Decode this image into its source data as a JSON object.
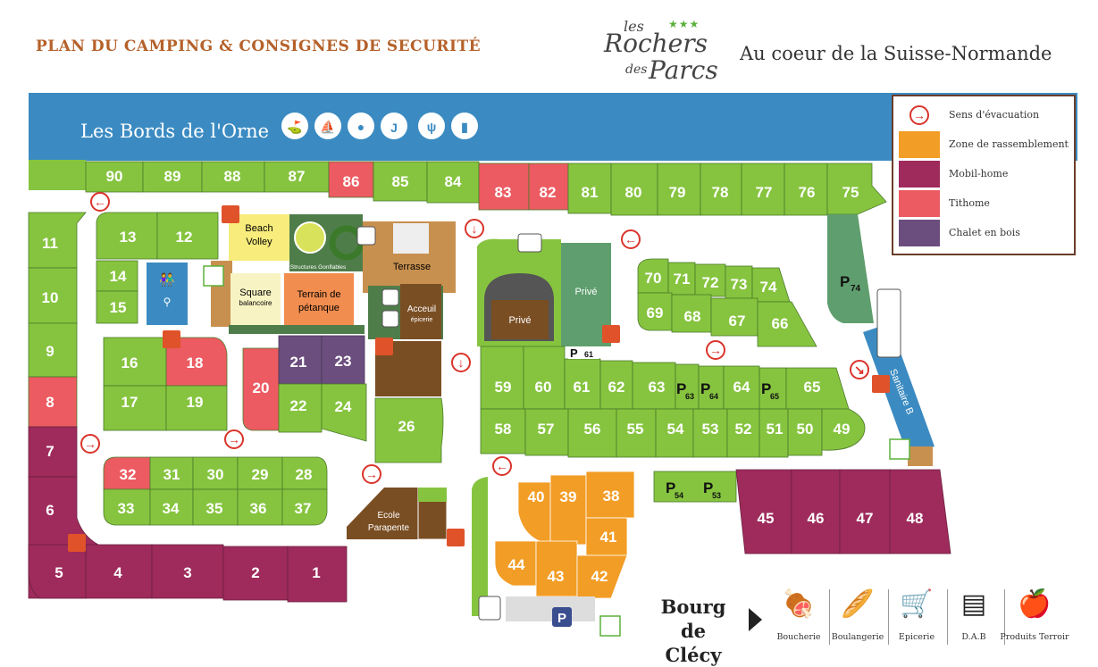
{
  "header": {
    "title": "PLAN DU CAMPING & CONSIGNES DE SECURITÉ",
    "logo": {
      "line1": "les",
      "line2": "Rochers",
      "line3": "des",
      "line4": "Parcs",
      "stars": "★★★"
    },
    "subtitle": "Au coeur de la Suisse-Normande"
  },
  "river": {
    "label": "Les Bords de l'Orne"
  },
  "legend": [
    {
      "label": "Sens d'évacuation",
      "kind": "arrow"
    },
    {
      "label": "Zone de rassemblement",
      "color": "#f29d26"
    },
    {
      "label": "Mobil-home",
      "color": "#9e2b5c"
    },
    {
      "label": "Tithome",
      "color": "#ec5b61"
    },
    {
      "label": "Chalet en bois",
      "color": "#6b4e7d"
    }
  ],
  "colors": {
    "pitch": "#86c43f",
    "river": "#3b8bc2",
    "brown": "#7a4e23",
    "tan": "#c8904f",
    "paving": "#4f7d4a"
  },
  "areas": {
    "beach": "Beach Volley",
    "square1": "Square",
    "square2": "balancoire",
    "petanque": "Terrain de pétanque",
    "terrasse": "Terrasse",
    "structures": "Structures Gonflables",
    "accueil1": "Acceuil",
    "accueil2": "épicerie",
    "prive": "Privé",
    "ecole1": "Ecole",
    "ecole2": "Parapente",
    "sanitaire": "Sanitaire B"
  },
  "pitches": {
    "n90": "90",
    "n89": "89",
    "n88": "88",
    "n87": "87",
    "n86": "86",
    "n85": "85",
    "n84": "84",
    "n83": "83",
    "n82": "82",
    "n81": "81",
    "n80": "80",
    "n79": "79",
    "n78": "78",
    "n77": "77",
    "n76": "76",
    "n75": "75",
    "n13": "13",
    "n12": "12",
    "n11": "11",
    "n10": "10",
    "n9": "9",
    "n8": "8",
    "n7": "7",
    "n6": "6",
    "n5": "5",
    "n14": "14",
    "n15": "15",
    "n16": "16",
    "n17": "17",
    "n18": "18",
    "n19": "19",
    "n20": "20",
    "n21": "21",
    "n22": "22",
    "n23": "23",
    "n24": "24",
    "n26": "26",
    "n32": "32",
    "n31": "31",
    "n30": "30",
    "n29": "29",
    "n28": "28",
    "n33": "33",
    "n34": "34",
    "n35": "35",
    "n36": "36",
    "n37": "37",
    "n4": "4",
    "n3": "3",
    "n2": "2",
    "n1": "1",
    "n70": "70",
    "n71": "71",
    "n72": "72",
    "n73": "73",
    "n74": "74",
    "n69": "69",
    "n68": "68",
    "n67": "67",
    "n66": "66",
    "n59": "59",
    "n60": "60",
    "n61": "61",
    "n62": "62",
    "n63": "63",
    "n64": "64",
    "n65": "65",
    "n58": "58",
    "n57": "57",
    "n56": "56",
    "n55": "55",
    "n54": "54",
    "n53": "53",
    "n52": "52",
    "n51": "51",
    "n50": "50",
    "n49": "49",
    "n40": "40",
    "n39": "39",
    "n38": "38",
    "n41": "41",
    "n44": "44",
    "n43": "43",
    "n42": "42",
    "n45": "45",
    "n46": "46",
    "n47": "47",
    "n48": "48"
  },
  "parkings": {
    "p74": "74",
    "p61": "61",
    "p63": "63",
    "p64": "64",
    "p65": "65",
    "p54": "54",
    "p53": "53",
    "letter": "P"
  },
  "destination": {
    "line1": "Bourg",
    "line2": "de Clécy"
  },
  "services": [
    {
      "label": "Boucherie",
      "icon": "meat-icon"
    },
    {
      "label": "Boulangerie",
      "icon": "bread-icon"
    },
    {
      "label": "Epicerie",
      "icon": "cart-icon"
    },
    {
      "label": "D.A.B",
      "icon": "atm-icon"
    },
    {
      "label": "Produits Terroir",
      "icon": "apple-icon"
    }
  ]
}
